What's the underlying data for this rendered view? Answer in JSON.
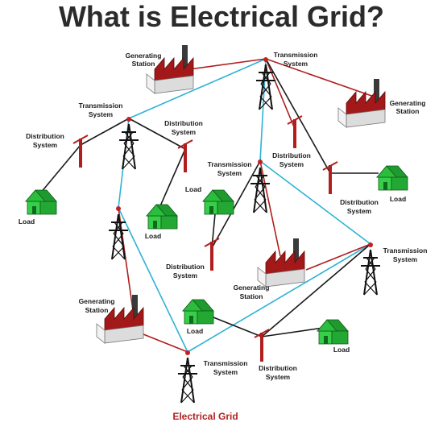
{
  "title": "What is Electrical Grid?",
  "caption": "Electrical Grid",
  "colors": {
    "transmission_line": "#2fb2d6",
    "distribution_line": "#b01e1e",
    "load_line": "#1a1a1a",
    "pole": "#b01e1e",
    "house": "#2bbd3c",
    "factory_roof": "#a31919"
  },
  "labels": {
    "gen1": [
      "Generating",
      "Station"
    ],
    "gen2": [
      "Generating",
      "Station"
    ],
    "gen3": [
      "Generating",
      "Station"
    ],
    "gen4": [
      "Generating",
      "Station"
    ],
    "tx1": [
      "Transmission",
      "System"
    ],
    "tx2": [
      "Transmission",
      "System"
    ],
    "tx3": [
      "Transmission",
      "System"
    ],
    "tx4": [
      "Transmission",
      "System"
    ],
    "tx5": [
      "Transmission",
      "System"
    ],
    "ds1": [
      "Distribution",
      "System"
    ],
    "ds2": [
      "Distribution",
      "System"
    ],
    "ds3": [
      "Distribution",
      "System"
    ],
    "ds4": [
      "Distribution",
      "System"
    ],
    "ds5": [
      "Distribution",
      "System"
    ],
    "ds6": [
      "Distribution",
      "System"
    ],
    "load1": "Load",
    "load2": "Load",
    "load3": "Load",
    "load4": "Load",
    "load5": "Load",
    "load6": "Load"
  }
}
